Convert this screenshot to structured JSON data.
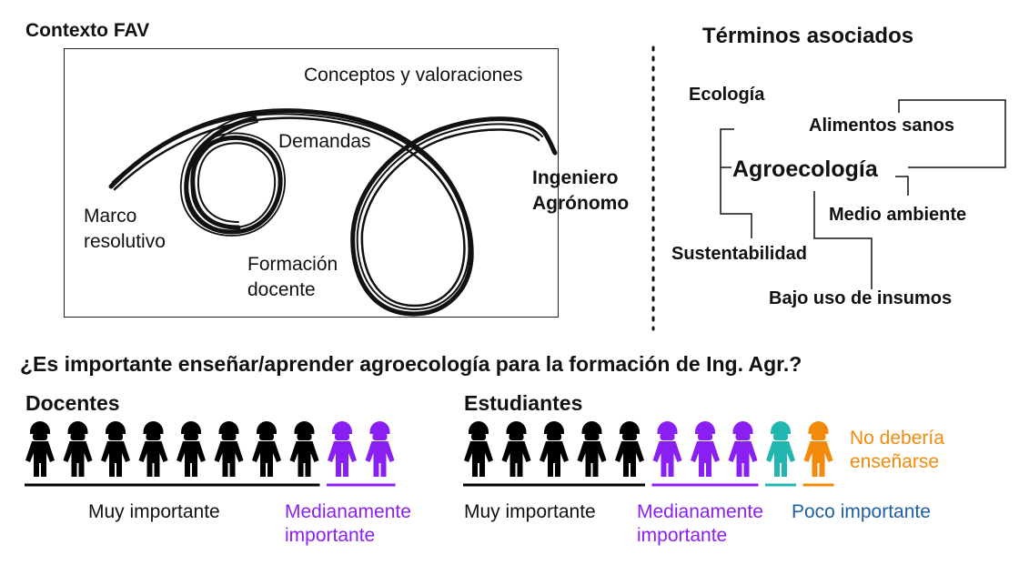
{
  "contexto": {
    "title": "Contexto FAV",
    "labels": {
      "conceptos": "Conceptos y valoraciones",
      "demandas": "Demandas",
      "marco_1": "Marco",
      "marco_2": "resolutivo",
      "formacion_1": "Formación",
      "formacion_2": "docente",
      "ingeniero_1": "Ingeniero",
      "ingeniero_2": "Agrónomo"
    }
  },
  "terminos": {
    "title": "Términos asociados",
    "central": "Agroecología",
    "items": {
      "ecologia": "Ecología",
      "alimentos": "Alimentos sanos",
      "medio": "Medio ambiente",
      "sustentabilidad": "Sustentabilidad",
      "insumos": "Bajo uso de insumos"
    }
  },
  "question": "¿Es importante enseñar/aprender agroecología para la formación de Ing. Agr.?",
  "colors": {
    "muy": "#000000",
    "mediana": "#8a1ff2",
    "poco": "#21b6b0",
    "poco_text": "#1e5fa3",
    "no": "#f28a0c"
  },
  "groups": {
    "docentes": {
      "title": "Docentes",
      "counts": {
        "muy": 8,
        "mediana": 2
      },
      "labels": {
        "muy": "Muy importante",
        "mediana_1": "Medianamente",
        "mediana_2": "importante"
      }
    },
    "estudiantes": {
      "title": "Estudiantes",
      "counts": {
        "muy": 5,
        "mediana": 3,
        "poco": 1,
        "no": 1
      },
      "labels": {
        "muy": "Muy importante",
        "mediana_1": "Medianamente",
        "mediana_2": "importante",
        "poco": "Poco importante",
        "no_1": "No debería",
        "no_2": "enseñarse"
      }
    }
  }
}
